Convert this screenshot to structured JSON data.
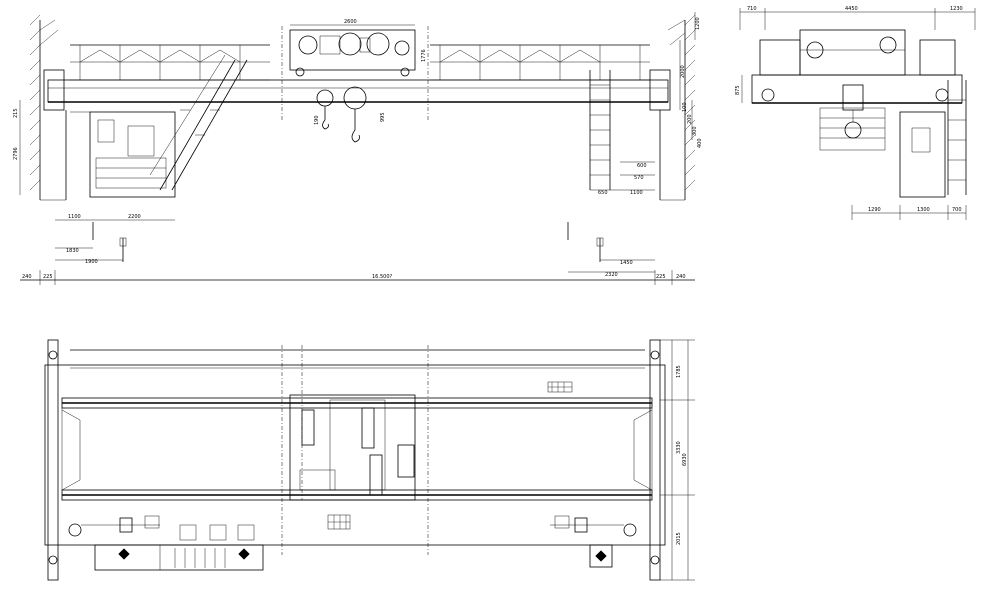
{
  "front_view": {
    "dims": {
      "trolley_width": "2600",
      "top_right_vertical": "1200",
      "right_height": "2000",
      "hook_vertical_a": "1776",
      "hook_vertical_b": "995",
      "hook_small": "190",
      "cab_height": "2796",
      "cab_left_offset": "1100",
      "cab_width": "2200",
      "hook_left_a": "1830",
      "hook_left_b": "1900",
      "ladder_600": "600",
      "ladder_570": "570",
      "ladder_650": "650",
      "ladder_1100": "1100",
      "hook_right_a": "1450",
      "hook_right_b": "2320",
      "span": "16.500?",
      "end_left_a": "240",
      "end_left_b": "225",
      "end_right_a": "225",
      "end_right_b": "240",
      "left_small": "215",
      "right_stack": [
        "100",
        "200",
        "300",
        "400"
      ]
    }
  },
  "side_view": {
    "dims": {
      "top_left": "710",
      "top_mid": "4450",
      "top_right": "1230",
      "left_vertical": "875",
      "bottom_left": "1290",
      "bottom_mid": "1300",
      "bottom_right": "700"
    }
  },
  "plan_view": {
    "dims": {
      "right_top": "1785",
      "right_mid": "3330",
      "right_total": "6930",
      "right_bottom": "2015"
    }
  }
}
